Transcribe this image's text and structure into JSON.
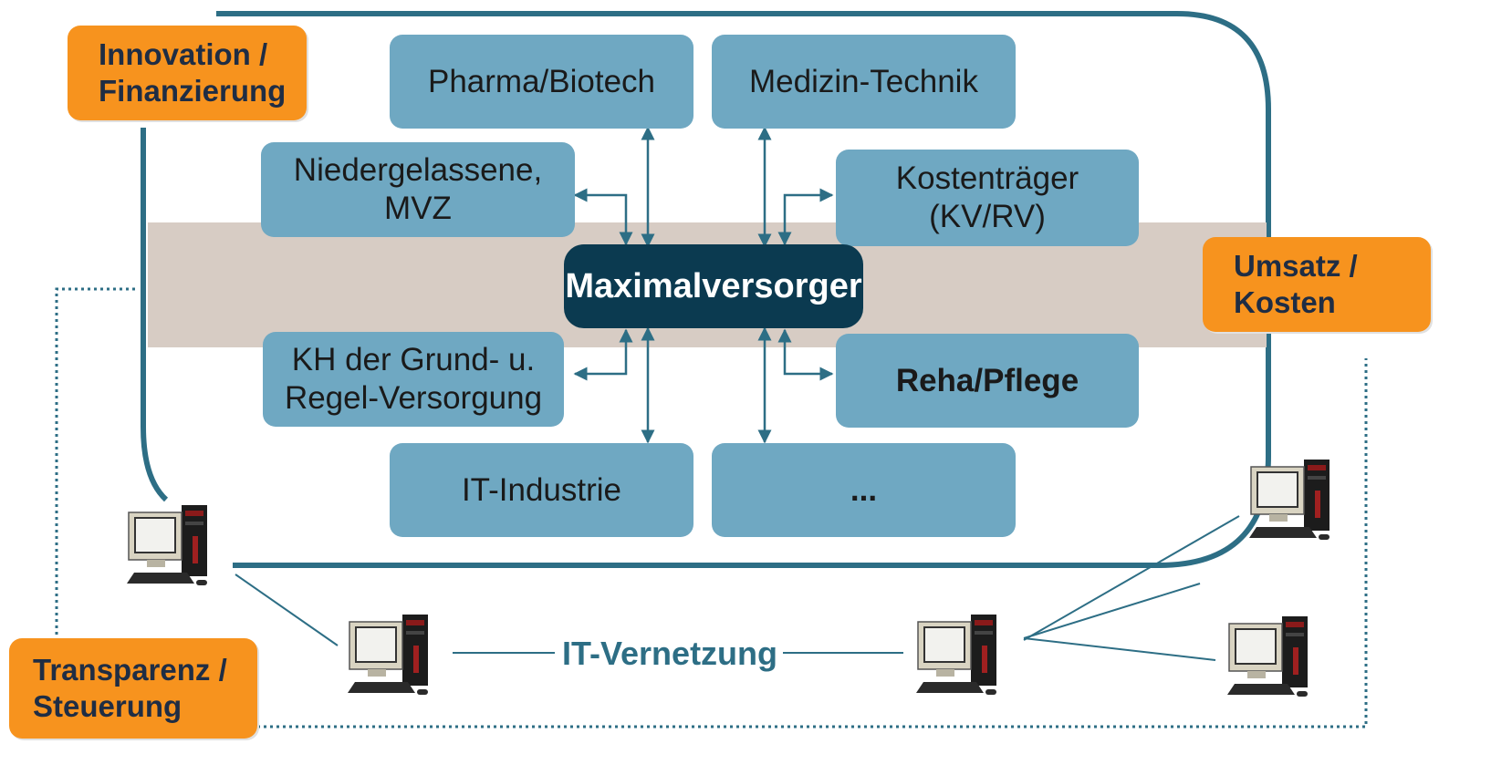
{
  "hub": {
    "label": "Maximalversorger"
  },
  "nodes": {
    "pharma": "Pharma/Biotech",
    "medizin": "Medizin-Technik",
    "niedergelassene": "Niedergelassene,\nMVZ",
    "kostentraeger": "Kostenträger\n(KV/RV)",
    "kh": "KH der Grund- u.\nRegel-Versorgung",
    "reha": "Reha/Pflege",
    "it_industrie": "IT-Industrie",
    "more": "..."
  },
  "tags": {
    "innovation": "Innovation /\nFinanzierung",
    "umsatz": "Umsatz /\nKosten",
    "transparenz": "Transparenz /\nSteuerung"
  },
  "network": {
    "label": "IT-Vernetzung"
  },
  "colors": {
    "node_fill": "#6fa8c2",
    "hub_fill": "#0b3a50",
    "band": "#d7ccc4",
    "frame": "#2d6e85",
    "tag_fill": "#f7931e",
    "arrow": "#2d6e85"
  },
  "icons": [
    "computer-icon",
    "computer-icon",
    "computer-icon",
    "computer-icon",
    "computer-icon"
  ]
}
